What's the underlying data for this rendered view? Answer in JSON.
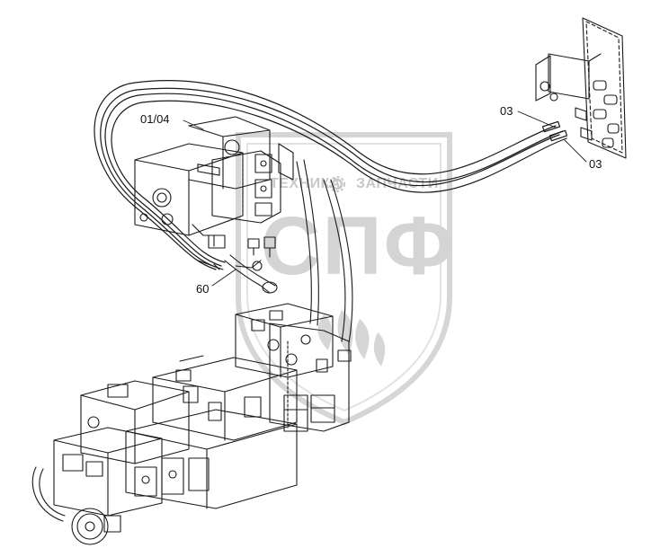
{
  "callouts": {
    "part_01_04": "01/04",
    "part_03_upper": "03",
    "part_03_lower": "03",
    "part_60": "60"
  },
  "watermark": {
    "left_word": "ТЕХНИКА",
    "right_word": "ЗАПЧАСТИ",
    "monogram": "СПФ",
    "gear_icon": "gear-icon",
    "color": "#c8c8c8"
  },
  "colors": {
    "line": "#1a1a1a",
    "watermark": "#d0d0d0"
  }
}
